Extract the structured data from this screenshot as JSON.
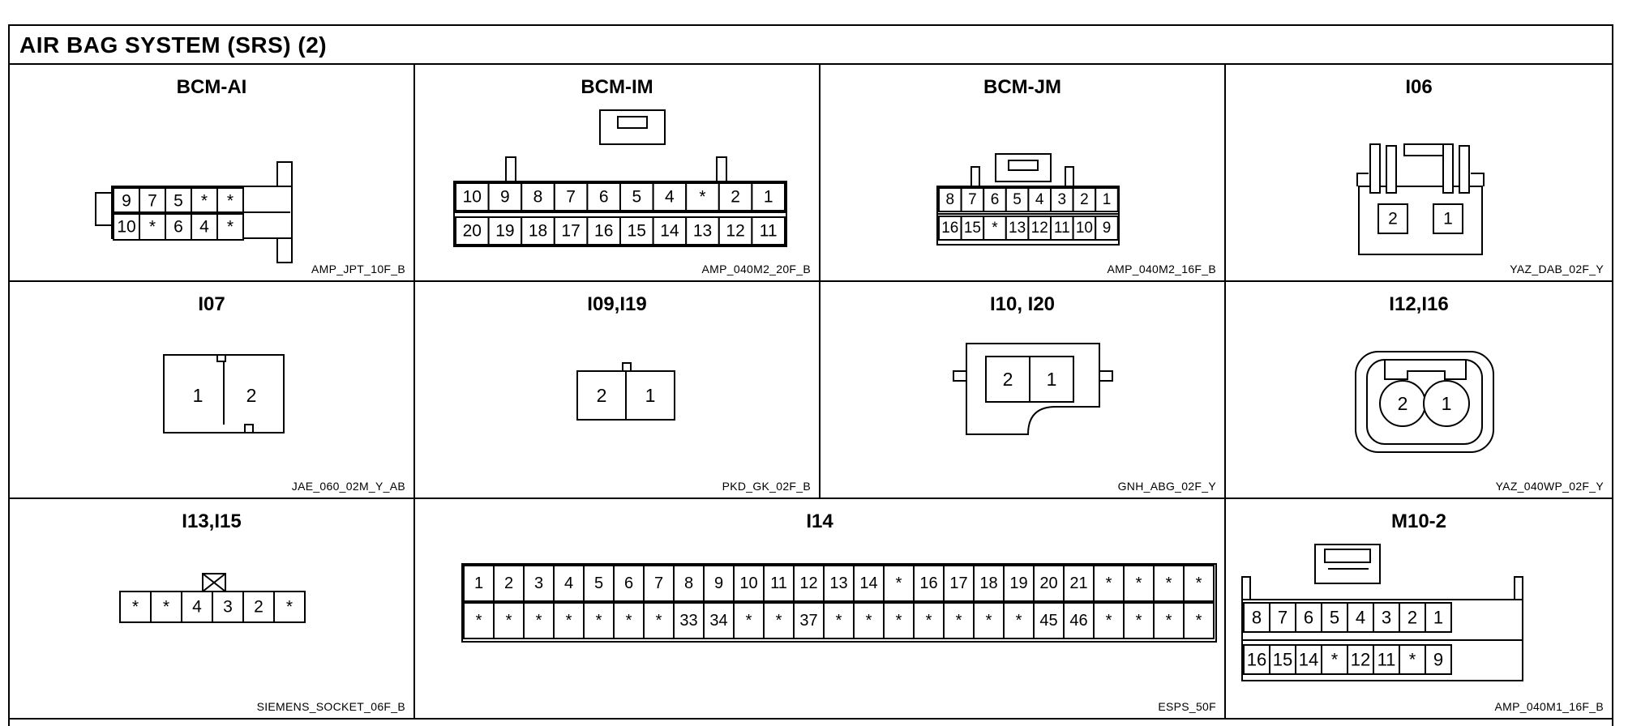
{
  "header": {
    "title": "AIR BAG SYSTEM (SRS) (2)"
  },
  "connectors": [
    {
      "id": "bcm-ai",
      "name": "BCM-AI",
      "code": "AMP_JPT_10F_B",
      "rows": [
        [
          "9",
          "7",
          "5",
          "*",
          "*"
        ],
        [
          "10",
          "*",
          "6",
          "4",
          "*"
        ]
      ]
    },
    {
      "id": "bcm-im",
      "name": "BCM-IM",
      "code": "AMP_040M2_20F_B",
      "rows": [
        [
          "10",
          "9",
          "8",
          "7",
          "6",
          "5",
          "4",
          "*",
          "2",
          "1"
        ],
        [
          "20",
          "19",
          "18",
          "17",
          "16",
          "15",
          "14",
          "13",
          "12",
          "11"
        ]
      ]
    },
    {
      "id": "bcm-jm",
      "name": "BCM-JM",
      "code": "AMP_040M2_16F_B",
      "rows": [
        [
          "8",
          "7",
          "6",
          "5",
          "4",
          "3",
          "2",
          "1"
        ],
        [
          "16",
          "15",
          "*",
          "13",
          "12",
          "11",
          "10",
          "9"
        ]
      ]
    },
    {
      "id": "i06",
      "name": "I06",
      "code": "YAZ_DAB_02F_Y",
      "rows": [
        [
          "2",
          "1"
        ]
      ]
    },
    {
      "id": "i07",
      "name": "I07",
      "code": "JAE_060_02M_Y_AB",
      "rows": [
        [
          "1",
          "2"
        ]
      ]
    },
    {
      "id": "i09-i19",
      "name": "I09,I19",
      "code": "PKD_GK_02F_B",
      "rows": [
        [
          "2",
          "1"
        ]
      ]
    },
    {
      "id": "i10-i20",
      "name": "I10, I20",
      "code": "GNH_ABG_02F_Y",
      "rows": [
        [
          "2",
          "1"
        ]
      ]
    },
    {
      "id": "i12-i16",
      "name": "I12,I16",
      "code": "YAZ_040WP_02F_Y",
      "rows": [
        [
          "2",
          "1"
        ]
      ]
    },
    {
      "id": "i13-i15",
      "name": "I13,I15",
      "code": "SIEMENS_SOCKET_06F_B",
      "rows": [
        [
          "*",
          "*",
          "4",
          "3",
          "2",
          "*"
        ]
      ]
    },
    {
      "id": "i14",
      "name": "I14",
      "code": "ESPS_50F",
      "rows": [
        [
          "1",
          "2",
          "3",
          "4",
          "5",
          "6",
          "7",
          "8",
          "9",
          "10",
          "11",
          "12",
          "13",
          "14",
          "*",
          "16",
          "17",
          "18",
          "19",
          "20",
          "21",
          "*",
          "*",
          "*",
          "*"
        ],
        [
          "*",
          "*",
          "*",
          "*",
          "*",
          "*",
          "*",
          "33",
          "34",
          "*",
          "*",
          "37",
          "*",
          "*",
          "*",
          "*",
          "*",
          "*",
          "*",
          "45",
          "46",
          "*",
          "*",
          "*",
          "*"
        ]
      ]
    },
    {
      "id": "m10-2",
      "name": "M10-2",
      "code": "AMP_040M1_16F_B",
      "rows": [
        [
          "8",
          "7",
          "6",
          "5",
          "4",
          "3",
          "2",
          "1"
        ],
        [
          "16",
          "15",
          "14",
          "*",
          "12",
          "11",
          "*",
          "9"
        ]
      ]
    }
  ]
}
